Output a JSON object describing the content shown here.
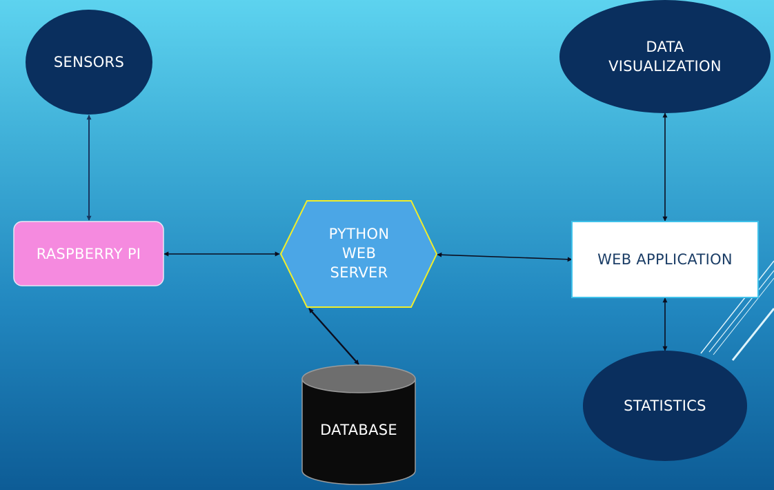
{
  "nodes": {
    "sensors": {
      "label": "SENSORS"
    },
    "raspberry_pi": {
      "label": "RASPBERRY PI"
    },
    "python_web_server": {
      "label_lines": [
        "PYTHON",
        "WEB",
        "SERVER"
      ]
    },
    "database": {
      "label": "DATABASE"
    },
    "web_application": {
      "label": "WEB APPLICATION"
    },
    "data_visualization": {
      "label_lines": [
        "DATA",
        "VISUALIZATION"
      ]
    },
    "statistics": {
      "label": "STATISTICS"
    }
  },
  "edges": [
    {
      "from": "sensors",
      "to": "raspberry_pi",
      "direction": "both"
    },
    {
      "from": "raspberry_pi",
      "to": "python_web_server",
      "direction": "both"
    },
    {
      "from": "python_web_server",
      "to": "web_application",
      "direction": "both"
    },
    {
      "from": "python_web_server",
      "to": "database",
      "direction": "both"
    },
    {
      "from": "web_application",
      "to": "data_visualization",
      "direction": "both"
    },
    {
      "from": "web_application",
      "to": "statistics",
      "direction": "both"
    }
  ],
  "colors": {
    "background_top": "#5dd3ef",
    "background_bottom": "#0d5c96",
    "ellipse_fill": "#0a2f5e",
    "raspberry_fill": "#f58adf",
    "server_fill": "#4ba6e6",
    "server_border": "#f2ee2a",
    "database_body": "#0b0b0b",
    "database_top": "#6e6e6e",
    "webapp_fill": "#ffffff",
    "webapp_text": "#1b3d66",
    "connector": "#0b0d1e"
  }
}
